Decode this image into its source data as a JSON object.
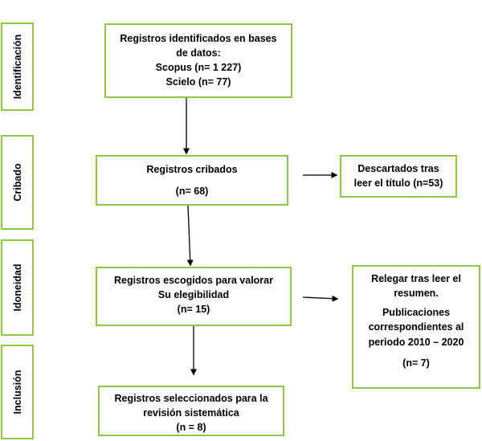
{
  "stages": {
    "identificacion": "Identificación",
    "cribado": "Cribado",
    "idoneidad": "Idoneidad",
    "inclusion": "Inclusión"
  },
  "boxes": {
    "identificados": {
      "line1": "Registros identificados en bases",
      "line2": "de datos:",
      "line3": "Scopus (n= 1 227)",
      "line4": "Scielo (n= 77)"
    },
    "cribados": {
      "line1": "Registros cribados",
      "line2": "(n=   68)"
    },
    "descartados": {
      "line1": "Descartados tras",
      "line2": "leer el título (n=53)"
    },
    "escogidos": {
      "line1": "Registros escogidos para valorar",
      "line2": "Su elegibilidad",
      "line3": "(n=   15)"
    },
    "relegar": {
      "line1": "Relegar tras leer el",
      "line2": "resumen.",
      "line3": "Publicaciones",
      "line4": "correspondientes al",
      "line5": "periodo 2010 – 2020",
      "line6": "(n= 7)"
    },
    "seleccionados": {
      "line1": "Registros seleccionados para la",
      "line2": "revisión sistemática",
      "line3": "(n = 8)"
    }
  },
  "colors": {
    "border": "#8dc63f",
    "arrow": "#000000"
  }
}
